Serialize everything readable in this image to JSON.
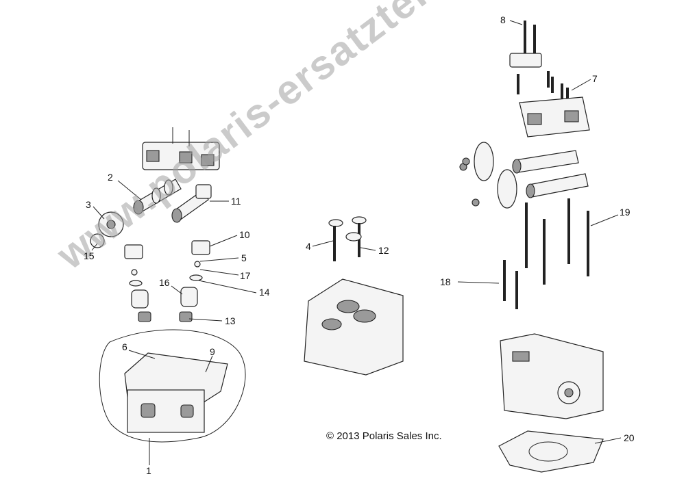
{
  "copyright": "© 2013 Polaris Sales Inc.",
  "watermark": "www.polaris-ersatzteile.de",
  "callouts": [
    "1",
    "2",
    "3",
    "4",
    "5",
    "6",
    "7",
    "8",
    "9",
    "10",
    "11",
    "12",
    "13",
    "14",
    "15",
    "16",
    "17",
    "18",
    "19",
    "20"
  ]
}
